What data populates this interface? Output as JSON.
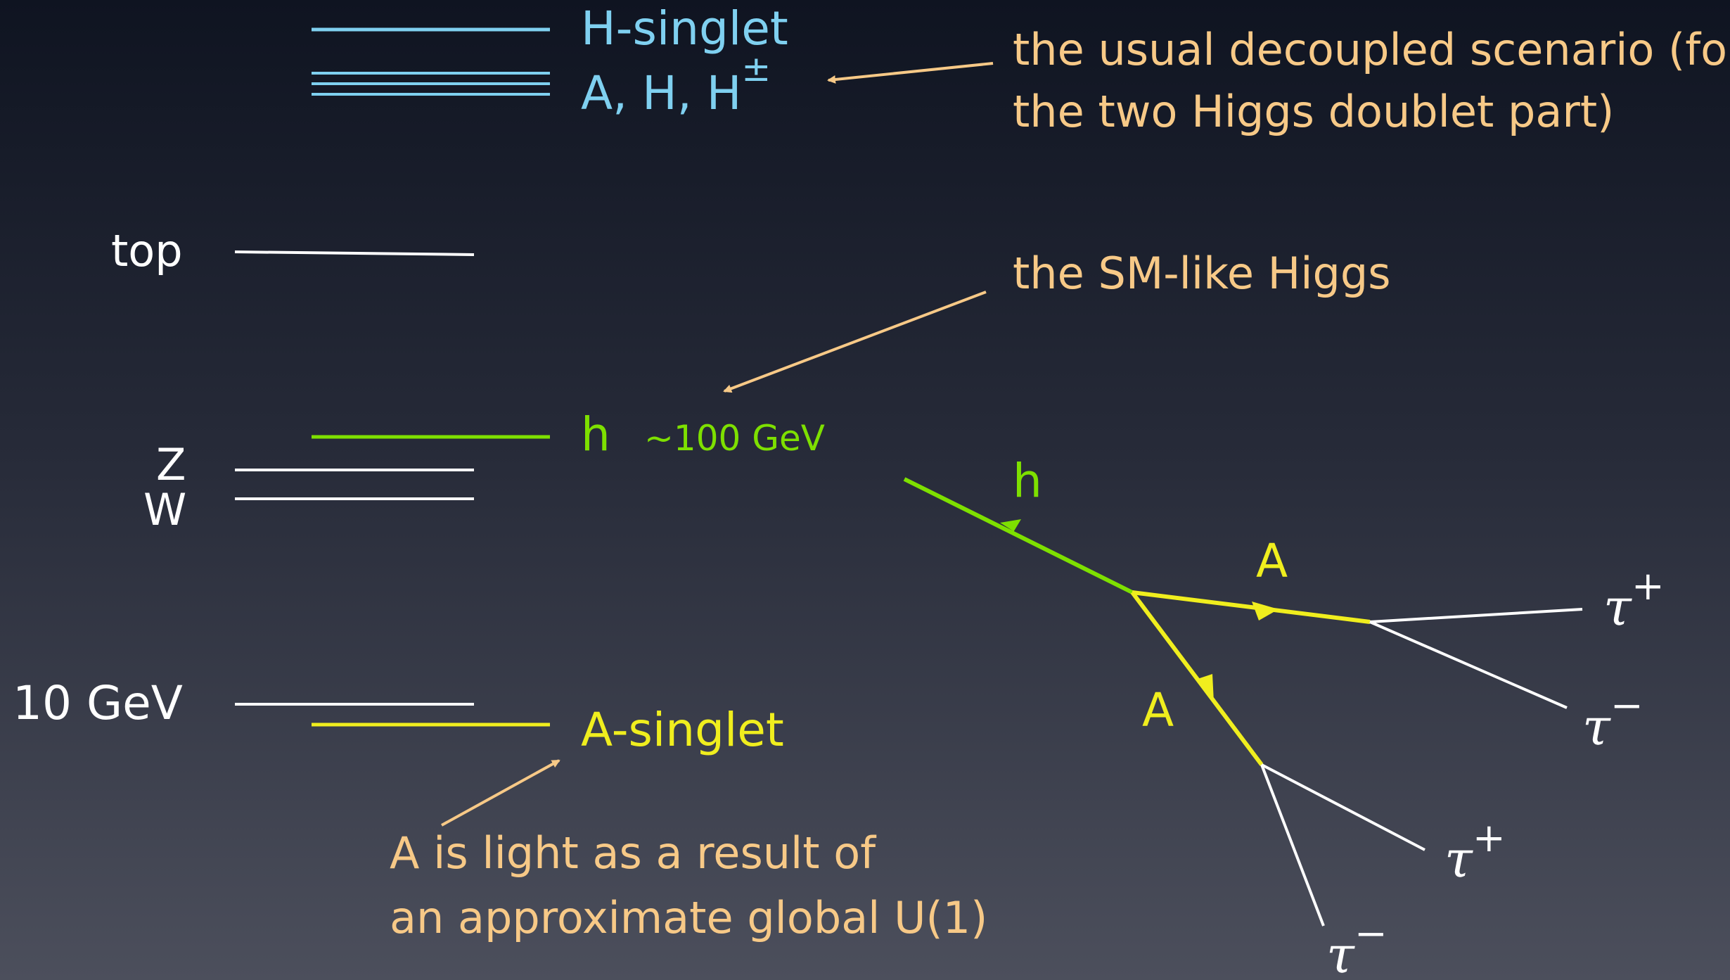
{
  "colors": {
    "cyan": "#7fd0f0",
    "green": "#7ee000",
    "yellow": "#f0ee1e",
    "white": "#ffffff",
    "peach": "#f7c987"
  },
  "levels": {
    "h_singlet": "H-singlet",
    "a_h_hpm": "A, H, H",
    "pm": "±",
    "top": "top",
    "h": "h",
    "h_mass": "~100 GeV",
    "z": "Z",
    "w": "W",
    "ten_gev": "10 GeV",
    "a_singlet": "A-singlet"
  },
  "annotations": {
    "decoupled_line1": "the usual decoupled scenario (for",
    "decoupled_line2": "the two Higgs doublet part)",
    "sm_like": "the SM-like Higgs",
    "light_line1": "A is light as a result of",
    "light_line2": "an approximate global U(1)"
  },
  "decay": {
    "h": "h",
    "a_upper": "A",
    "a_lower": "A",
    "tau": "τ",
    "plus": "+",
    "minus": "−"
  }
}
